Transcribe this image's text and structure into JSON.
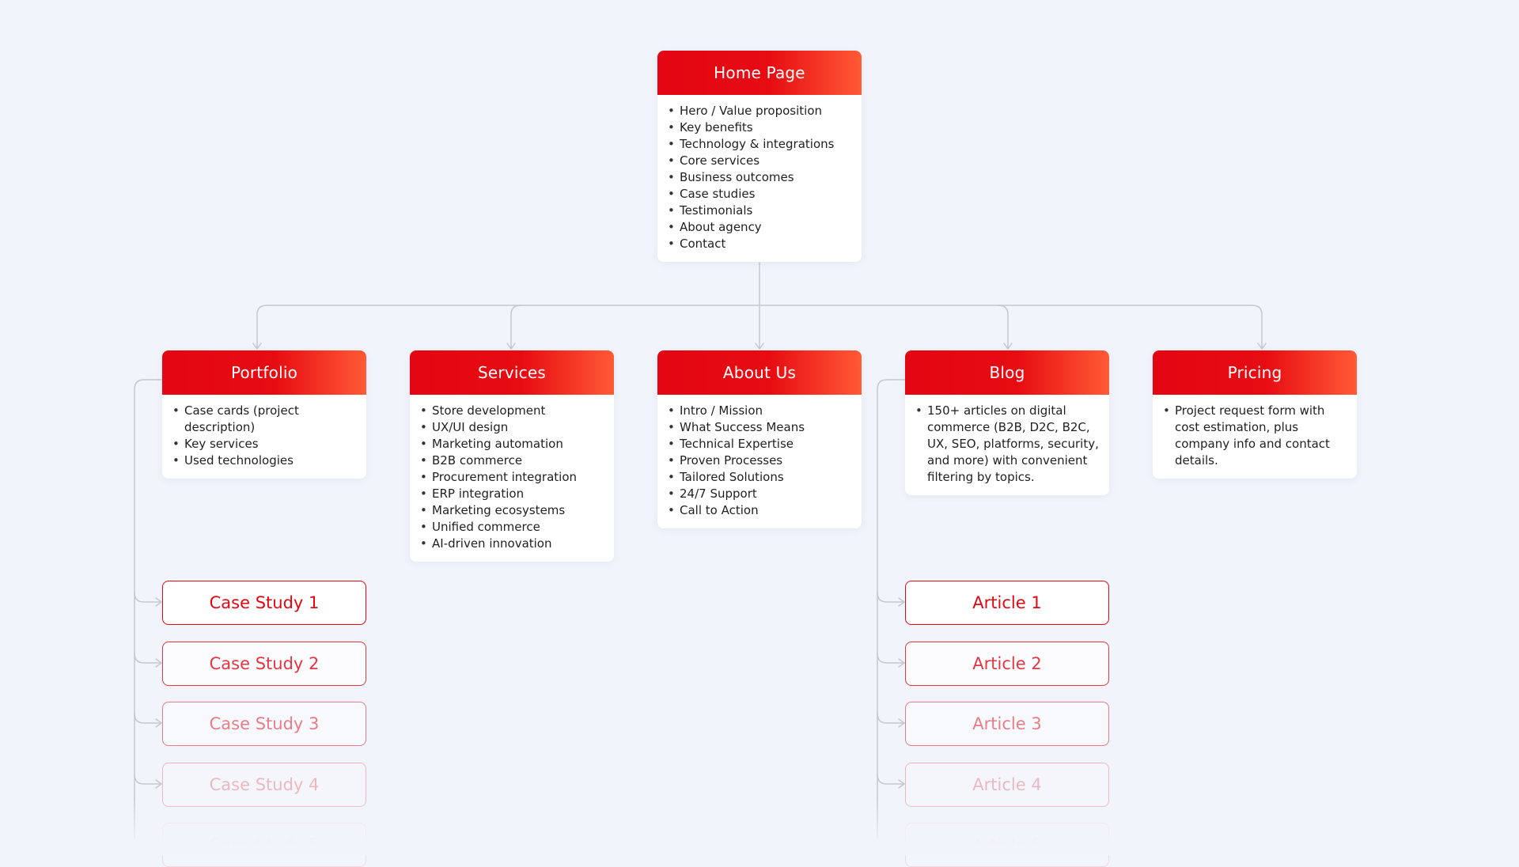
{
  "home": {
    "title": "Home Page",
    "items": [
      "Hero / Value proposition",
      "Key benefits",
      "Technology & integrations",
      "Core services",
      "Business outcomes",
      "Case studies",
      "Testimonials",
      "About agency",
      "Contact"
    ]
  },
  "sections": [
    {
      "title": "Portfolio",
      "items": [
        "Case cards (project description)",
        "Key services",
        "Used technologies"
      ]
    },
    {
      "title": "Services",
      "items": [
        "Store development",
        "UX/UI design",
        "Marketing automation",
        "B2B commerce",
        "Procurement integration",
        "ERP integration",
        "Marketing ecosystems",
        "Unified commerce",
        "AI-driven innovation"
      ]
    },
    {
      "title": "About Us",
      "items": [
        "Intro / Mission",
        "What Success Means",
        "Technical Expertise",
        "Proven Processes",
        "Tailored Solutions",
        "24/7 Support",
        "Call to Action"
      ]
    },
    {
      "title": "Blog",
      "items": [
        "150+ articles on digital commerce (B2B, D2C, B2C, UX, SEO, platforms, security, and more) with convenient filtering by topics."
      ]
    },
    {
      "title": "Pricing",
      "items": [
        "Project request form with cost estimation, plus company info and contact details."
      ]
    }
  ],
  "case_studies": [
    "Case Study 1",
    "Case Study 2",
    "Case Study 3",
    "Case Study 4",
    "Case Study 5"
  ],
  "articles": [
    "Article 1",
    "Article 2",
    "Article 3",
    "Article 4",
    "Article 5"
  ],
  "colors": {
    "accent": "#e30613",
    "accent_end": "#ff5a36",
    "background": "#f1f4fb",
    "connector": "#c4c8d0"
  }
}
